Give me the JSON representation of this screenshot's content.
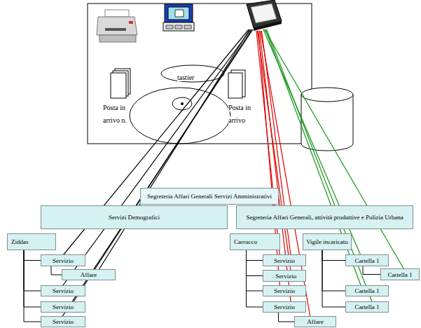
{
  "diagram": {
    "nodes": [
      {
        "text": [
          "Segreteria Affari Generali Servizi Amministrativi"
        ]
      },
      {
        "text": [
          "Servizi Demografici"
        ]
      },
      {
        "text": [
          "Segreteria Affari Generali, attività produttive e Polizia Urbana"
        ]
      },
      {
        "text": [
          "Ziddas"
        ]
      },
      {
        "text": [
          "Servizio"
        ]
      },
      {
        "text": [
          "Affare"
        ]
      },
      {
        "text": [
          "Servizio"
        ]
      },
      {
        "text": [
          "Servizio"
        ]
      },
      {
        "text": [
          "Servizio"
        ]
      },
      {
        "text": [
          "Carruccu"
        ]
      },
      {
        "text": [
          "Servizio"
        ]
      },
      {
        "text": [
          ". Servizio"
        ]
      },
      {
        "text": [
          "Servizio"
        ]
      },
      {
        "text": [
          "Servizio"
        ]
      },
      {
        "text": [
          "Affare"
        ]
      },
      {
        "text": [
          "Vigile incaricato"
        ]
      },
      {
        "text": [
          "Cartella 1"
        ]
      },
      {
        "text": [
          "Cartella 1"
        ]
      },
      {
        "text": [
          "Cartella 1"
        ]
      },
      {
        "text": [
          "Cartella 1"
        ]
      }
    ],
    "edges": [
      {
        "from": 3,
        "to": 4,
        "arrow": "none"
      },
      {
        "from": 4,
        "to": 5,
        "arrow": "none"
      },
      {
        "from": 3,
        "to": 6,
        "arrow": "none"
      },
      {
        "from": 3,
        "to": 7,
        "arrow": "none"
      },
      {
        "from": 3,
        "to": 8,
        "arrow": "none"
      },
      {
        "from": 9,
        "to": 10,
        "arrow": "none"
      },
      {
        "from": 9,
        "to": 11,
        "arrow": "none"
      },
      {
        "from": 9,
        "to": 12,
        "arrow": "none"
      },
      {
        "from": 9,
        "to": 13,
        "arrow": "none"
      },
      {
        "from": 13,
        "to": 14,
        "arrow": "none"
      },
      {
        "from": 15,
        "to": 16,
        "arrow": "none"
      },
      {
        "from": 16,
        "to": 17,
        "arrow": "none"
      },
      {
        "from": 15,
        "to": 18,
        "arrow": "none"
      },
      {
        "from": 15,
        "to": 19,
        "arrow": "none"
      }
    ],
    "labels": [
      "tastier",
      "Posta in arrivo n.",
      "Posta in arrivo"
    ]
  }
}
